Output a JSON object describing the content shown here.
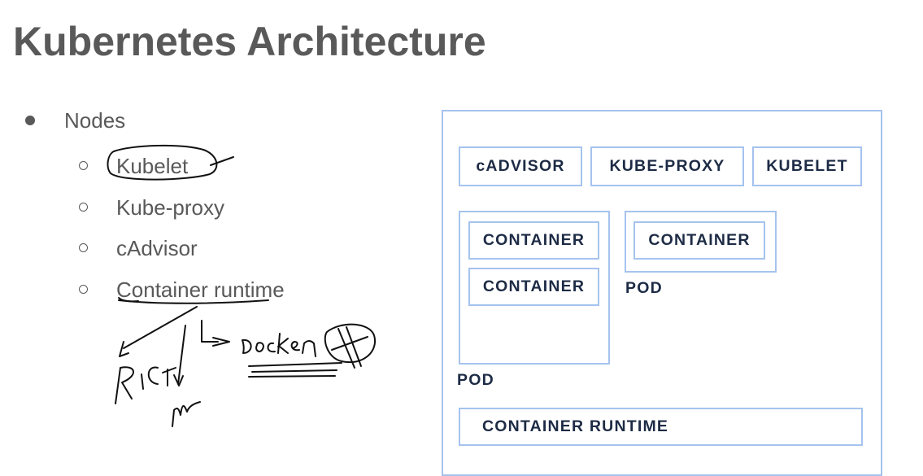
{
  "title": "Kubernetes Architecture",
  "bullets": {
    "level1": "Nodes",
    "level2": [
      "Kubelet",
      "Kube-proxy",
      "cAdvisor",
      "Container runtime"
    ]
  },
  "diagram": {
    "top_row": [
      "cADVISOR",
      "KUBE-PROXY",
      "KUBELET"
    ],
    "pod1": {
      "containers": [
        "CONTAINER",
        "CONTAINER"
      ],
      "label": "POD"
    },
    "pod2": {
      "containers": [
        "CONTAINER"
      ],
      "label": "POD"
    },
    "runtime": "CONTAINER RUNTIME",
    "colors": {
      "border": "#a5c3ee",
      "text": "#1d2b45",
      "heading": "#595959"
    }
  }
}
